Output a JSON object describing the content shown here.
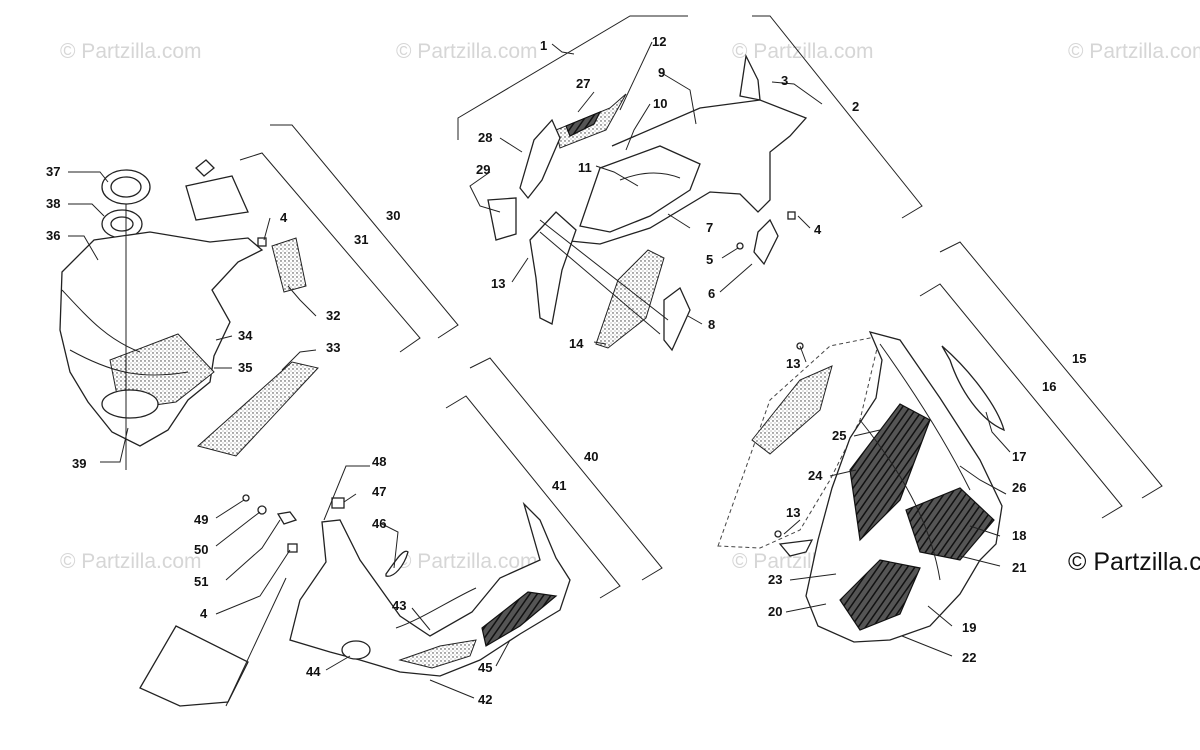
{
  "watermarks": [
    "© Partzilla.com",
    "© Partzilla.com",
    "© Partzilla.com",
    "© Partzilla.com",
    "© Partzilla.com",
    "© Partzilla.com",
    "© Partzilla.com",
    "© Partzilla.c"
  ],
  "callouts": [
    "1",
    "2",
    "3",
    "4",
    "4",
    "4",
    "5",
    "6",
    "7",
    "8",
    "9",
    "10",
    "11",
    "12",
    "13",
    "13",
    "13",
    "14",
    "15",
    "16",
    "17",
    "18",
    "19",
    "20",
    "21",
    "22",
    "23",
    "24",
    "25",
    "26",
    "27",
    "28",
    "29",
    "30",
    "31",
    "32",
    "33",
    "34",
    "35",
    "36",
    "37",
    "38",
    "39",
    "40",
    "41",
    "42",
    "43",
    "44",
    "45",
    "46",
    "47",
    "48",
    "49",
    "50",
    "51"
  ]
}
